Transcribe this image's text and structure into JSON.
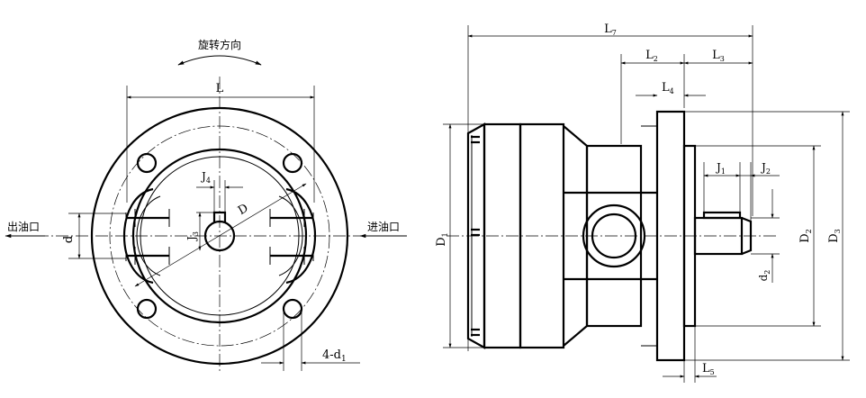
{
  "front_view": {
    "rotation_label": "旋转方向",
    "outlet_label": "出油口",
    "inlet_label": "进油口",
    "dim_L": "L",
    "dim_D": "D",
    "dim_d": "d",
    "dim_J3": "J",
    "dim_J3_sub": "3",
    "dim_J4": "J",
    "dim_J4_sub": "4",
    "dim_holes": "4-d",
    "dim_holes_sub": "1"
  },
  "side_view": {
    "dim_L7": "L",
    "dim_L7_sub": "7",
    "dim_L2": "L",
    "dim_L2_sub": "2",
    "dim_L3": "L",
    "dim_L3_sub": "3",
    "dim_L4": "L",
    "dim_L4_sub": "4",
    "dim_L5": "L",
    "dim_L5_sub": "5",
    "dim_J1": "J",
    "dim_J1_sub": "1",
    "dim_J2": "J",
    "dim_J2_sub": "2",
    "dim_D1": "D",
    "dim_D1_sub": "1",
    "dim_D2": "D",
    "dim_D2_sub": "2",
    "dim_D3": "D",
    "dim_D3_sub": "3",
    "dim_d2": "d",
    "dim_d2_sub": "2"
  }
}
